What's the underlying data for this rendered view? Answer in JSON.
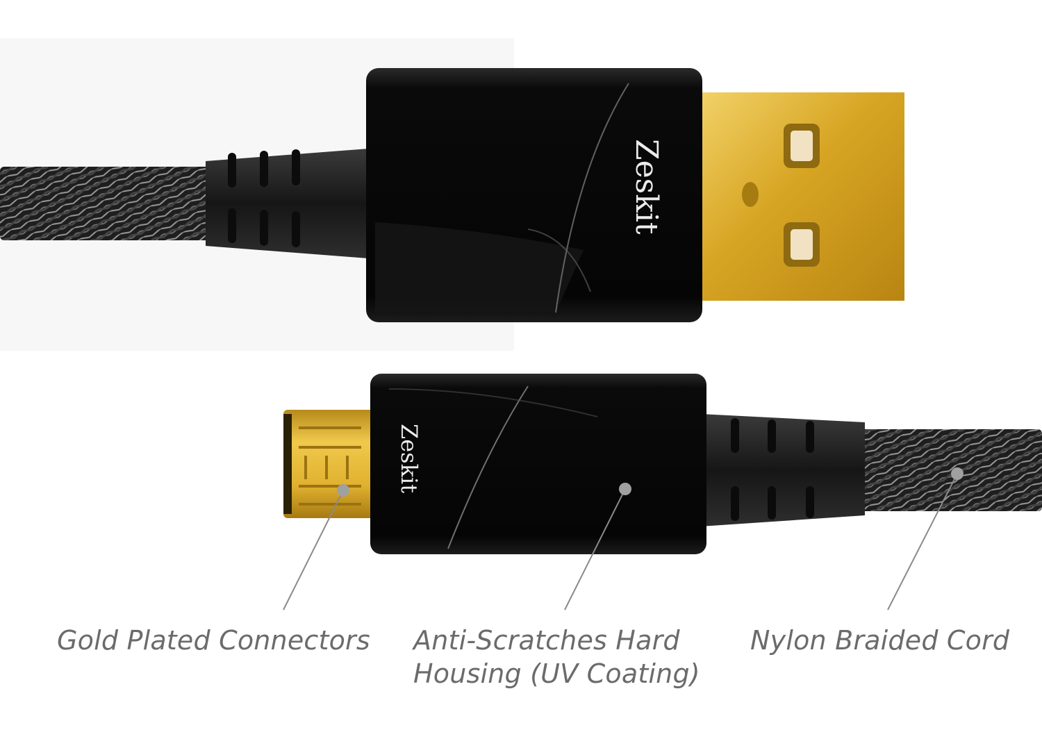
{
  "brand": {
    "usb_a_logo": "Zeskit",
    "micro_usb_logo": "Zeskit"
  },
  "callouts": {
    "gold_connectors": "Gold Plated Connectors",
    "housing_line1": "Anti-Scratches Hard",
    "housing_line2": "Housing (UV Coating)",
    "nylon_cord": "Nylon Braided Cord"
  },
  "colors": {
    "background": "#ffffff",
    "caption_text": "#6b6b6b",
    "housing_black": "#050505",
    "gold": "#d4a625",
    "braid_dark": "#2a2a2a",
    "braid_light": "#9a9a9a",
    "callout_line": "#8a8a8a"
  }
}
